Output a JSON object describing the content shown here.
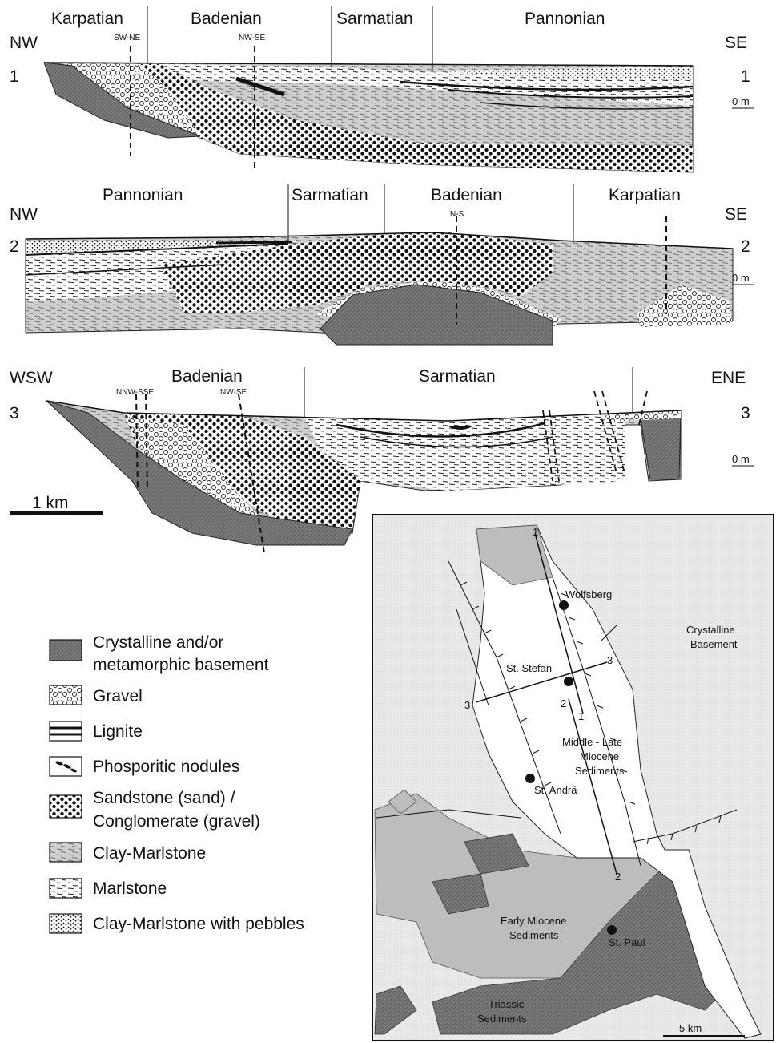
{
  "sections": [
    {
      "number": "1",
      "left_dir": "NW",
      "right_dir": "SE",
      "depth_label": "0 m",
      "stages": [
        "Karpatian",
        "Badenian",
        "Sarmatian",
        "Pannonian"
      ],
      "faults": [
        "SW-NE",
        "NW-SE"
      ]
    },
    {
      "number": "2",
      "left_dir": "NW",
      "right_dir": "SE",
      "depth_label": "0 m",
      "stages": [
        "Pannonian",
        "Sarmatian",
        "Badenian",
        "Karpatian"
      ],
      "faults": [
        "N-S"
      ]
    },
    {
      "number": "3",
      "left_dir": "WSW",
      "right_dir": "ENE",
      "depth_label": "0 m",
      "stages": [
        "Badenian",
        "Sarmatian"
      ],
      "faults": [
        "NNW-SSE",
        "NW-SE"
      ]
    }
  ],
  "scale_bar": "1 km",
  "legend": [
    {
      "pattern": "basement",
      "label_lines": [
        "Crystalline and/or",
        "metamorphic basement"
      ]
    },
    {
      "pattern": "gravel",
      "label_lines": [
        "Gravel"
      ]
    },
    {
      "pattern": "lignite",
      "label_lines": [
        "Lignite"
      ]
    },
    {
      "pattern": "nodules",
      "label_lines": [
        "Phosporitic nodules"
      ]
    },
    {
      "pattern": "sandstone",
      "label_lines": [
        "Sandstone (sand) /",
        "Conglomerate (gravel)"
      ]
    },
    {
      "pattern": "claymarl",
      "label_lines": [
        "Clay-Marlstone"
      ]
    },
    {
      "pattern": "marlstone",
      "label_lines": [
        "Marlstone"
      ]
    },
    {
      "pattern": "pebbles",
      "label_lines": [
        "Clay-Marlstone with pebbles"
      ]
    }
  ],
  "map": {
    "towns": [
      "Wolfsberg",
      "St. Stefan",
      "St. Andrä",
      "St. Paul"
    ],
    "areas": {
      "crystalline": [
        "Crystalline",
        "Basement"
      ],
      "miocene": [
        "Middle - Late",
        "Miocene",
        "Sediments"
      ],
      "early": [
        "Early Miocene",
        "Sediments"
      ],
      "triassic": [
        "Triassic",
        "Sediments"
      ]
    },
    "line_labels": {
      "l1_top": "1",
      "l1_bottom": "1",
      "l2_top": "2",
      "l2_bottom": "2",
      "l3_left": "3",
      "l3_right": "3"
    },
    "scale": "5 km"
  }
}
